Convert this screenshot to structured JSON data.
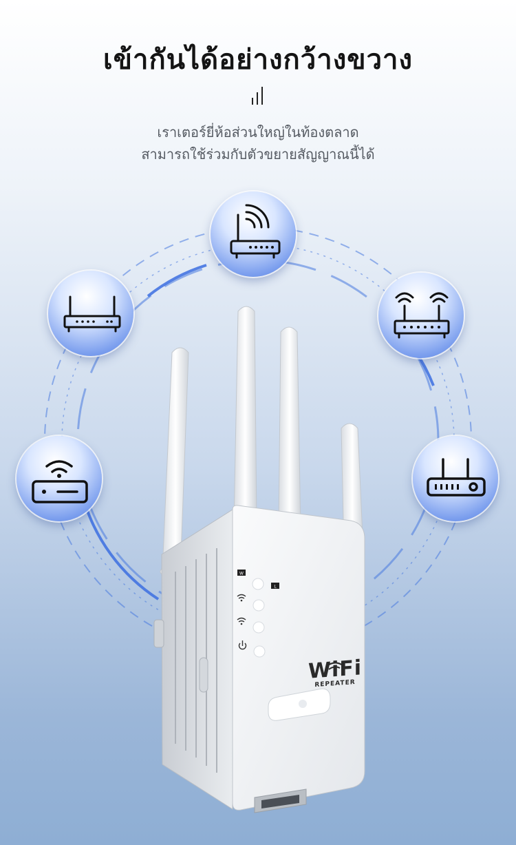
{
  "header": {
    "title": "เข้ากันได้อย่างกว้างขวาง",
    "subtitle_line1": "เราเตอร์ยี่ห้อส่วนใหญ่ในท้องตลาด",
    "subtitle_line2": "สามารถใช้ร่วมกับตัวขยายสัญญาณนี้ได้"
  },
  "product": {
    "brand_text": "WiFi",
    "brand_subtext": "REPEATER",
    "led_labels": [
      "W",
      "L"
    ]
  },
  "colors": {
    "accent": "#3c6ee0",
    "badge": "#6f93ea",
    "text_dark": "#141414",
    "text_muted": "#555a62"
  },
  "icons": [
    "bars-icon",
    "wifi-router-icon",
    "router-icon",
    "dual-wifi-router-icon",
    "wifi-modem-icon",
    "router-power-icon"
  ]
}
